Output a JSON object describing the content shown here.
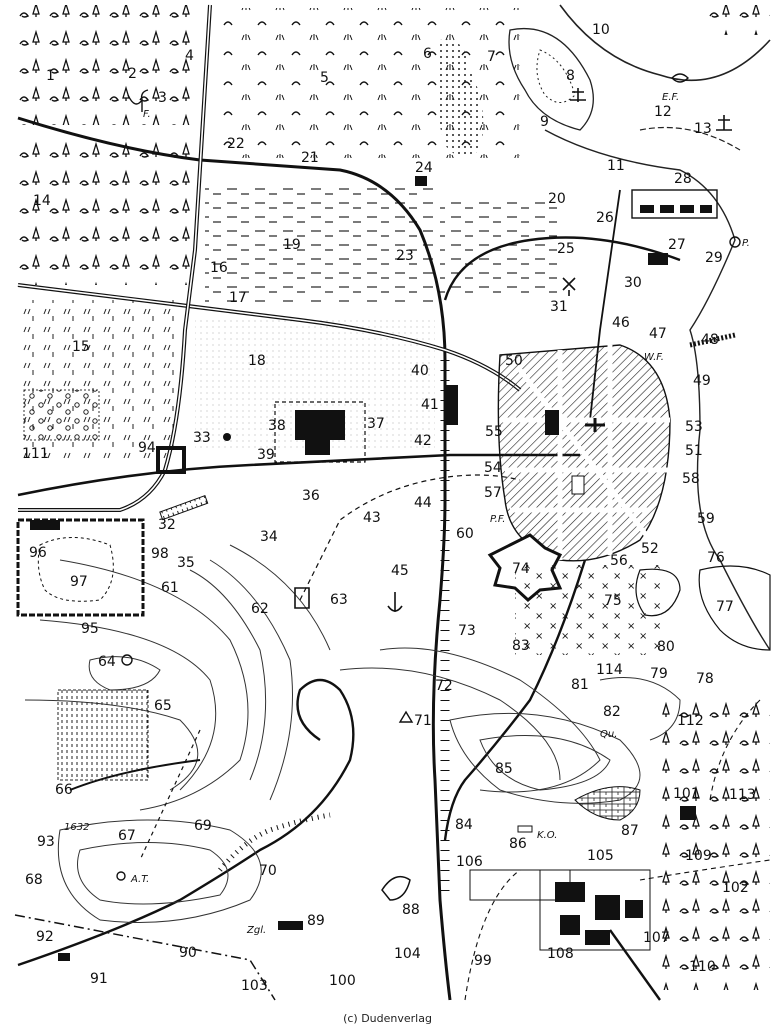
{
  "map": {
    "labels": {
      "l1": "1",
      "l2": "2",
      "l3": "3",
      "l4": "4",
      "l5": "5",
      "l6": "6",
      "l7": "7",
      "l8": "8",
      "l9": "9",
      "l10": "10",
      "l11": "11",
      "l12": "12",
      "l13": "13",
      "l14": "14",
      "l15": "15",
      "l16": "16",
      "l17": "17",
      "l18": "18",
      "l19": "19",
      "l20": "20",
      "l21": "21",
      "l22": "22",
      "l23": "23",
      "l24": "24",
      "l25": "25",
      "l26": "26",
      "l27": "27",
      "l28": "28",
      "l29": "29",
      "l30": "30",
      "l31": "31",
      "l32": "32",
      "l33": "33",
      "l34": "34",
      "l35": "35",
      "l36": "36",
      "l37": "37",
      "l38": "38",
      "l39": "39",
      "l40": "40",
      "l41": "41",
      "l42": "42",
      "l43": "43",
      "l44": "44",
      "l45": "45",
      "l46": "46",
      "l47": "47",
      "l48": "48",
      "l49": "49",
      "l50": "50",
      "l51": "51",
      "l52": "52",
      "l53": "53",
      "l54": "54",
      "l55": "55",
      "l56": "56",
      "l57": "57",
      "l58": "58",
      "l59": "59",
      "l60": "60",
      "l61": "61",
      "l62": "62",
      "l63": "63",
      "l64": "64",
      "l65": "65",
      "l66": "66",
      "l67": "67",
      "l68": "68",
      "l69": "69",
      "l70": "70",
      "l71": "71",
      "l72": "72",
      "l73": "73",
      "l74": "74",
      "l75": "75",
      "l76": "76",
      "l77": "77",
      "l78": "78",
      "l79": "79",
      "l80": "80",
      "l81": "81",
      "l82": "82",
      "l83": "83",
      "l84": "84",
      "l85": "85",
      "l86": "86",
      "l87": "87",
      "l88": "88",
      "l89": "89",
      "l90": "90",
      "l91": "91",
      "l92": "92",
      "l93": "93",
      "l94": "94",
      "l95": "95",
      "l96": "96",
      "l97": "97",
      "l98": "98",
      "l99": "99",
      "l100": "100",
      "l101": "101",
      "l102": "102",
      "l103": "103",
      "l104": "104",
      "l105": "105",
      "l106": "106",
      "l107": "107",
      "l108": "108",
      "l109": "109",
      "l110": "110",
      "l111": "111",
      "l112": "112",
      "l113": "113",
      "l114": "114"
    },
    "abbreviations": {
      "forester": "F.",
      "ef": "E.F.",
      "post": "P.",
      "wf": "W.F.",
      "pf": "P.F.",
      "quarry": "Qu.",
      "ko": "K.O.",
      "at": "A.T.",
      "zgl": "Zgl.",
      "elevation": "1632"
    }
  },
  "caption": "(c) Dudenverlag"
}
